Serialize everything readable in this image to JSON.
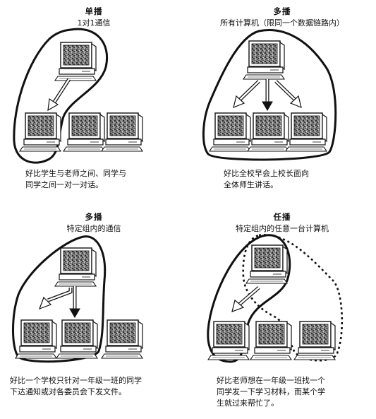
{
  "panels": {
    "unicast": {
      "title": "单播",
      "subtitle": "1对1通信",
      "caption": "好比学生与老师之间、同学与\n同学之间一对一对话。"
    },
    "broadcast": {
      "title": "多播",
      "subtitle": "所有计算机（限同一个数据链路内）",
      "caption": "好比全校早会上校长面向\n全体师生讲话。"
    },
    "multicast": {
      "title": "多播",
      "subtitle": "特定组内的通信",
      "caption": "好比一个学校只针对一年级一班的同学\n下达通知或对各委员会下发文件。"
    },
    "anycast": {
      "title": "任播",
      "subtitle": "特定组内的任意一台计算机",
      "caption": "好比老师想在一年级一班找一个\n同学发一下学习材料，而某个学\n生就过来帮忙了。"
    }
  }
}
